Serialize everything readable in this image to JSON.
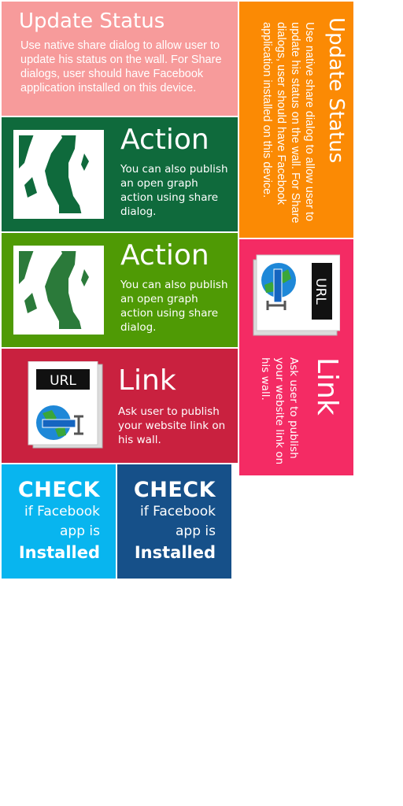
{
  "tiles": {
    "update_status": {
      "title": "Update Status",
      "body": "Use native share dialog to allow user to update his status on the wall. For Share dialogs, user should have Facebook application installed on this device."
    },
    "action_1": {
      "title": "Action",
      "body": "You can also publish an open graph action using share dialog."
    },
    "action_2": {
      "title": "Action",
      "body": "You can also publish an open graph action using share dialog."
    },
    "link": {
      "title": "Link",
      "body": "Ask user to publish your website link on his wall."
    },
    "update_status_rotated": {
      "title": "Update Status",
      "body": "Use native share dialog to allow user to update his status on the wall. For Share dialogs, user should have Facebook application installed on this device."
    },
    "link_rotated": {
      "title": "Link",
      "body": "Ask user to publish your website link on his wall."
    },
    "check_1": {
      "line1": "CHECK",
      "line2": "if Facebook",
      "line3": "app is",
      "line4": "Installed"
    },
    "check_2": {
      "line1": "CHECK",
      "line2": "if Facebook",
      "line3": "app is",
      "line4": "Installed"
    }
  },
  "icons": {
    "map": "map-icon",
    "url": "url-document-icon",
    "url_label": "URL"
  },
  "colors": {
    "update_status": "#f79b9b",
    "action_1": "#0f6a3c",
    "action_2": "#4f9a05",
    "link": "#c9213f",
    "update_status_rotated": "#fb8a04",
    "link_rotated": "#f42b64",
    "check_1": "#08b5ef",
    "check_2": "#165089"
  }
}
